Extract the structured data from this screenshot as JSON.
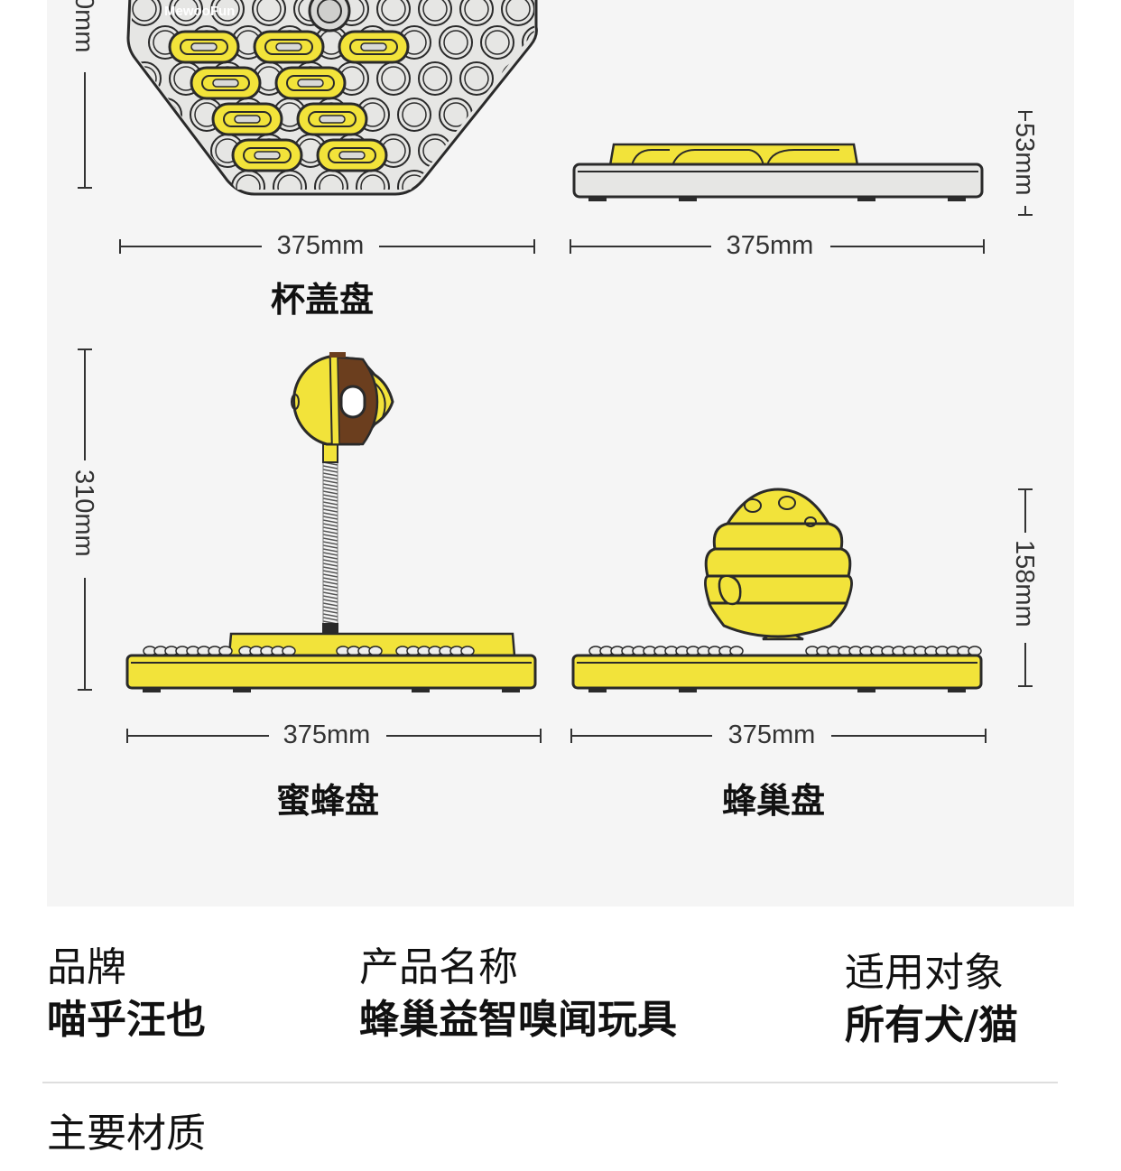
{
  "brand_logo": "MewooFun",
  "products": [
    {
      "name": "杯盖盘",
      "width": "375mm",
      "depth": "375mm",
      "height": "53mm"
    },
    {
      "name": "蜜蜂盘",
      "width": "375mm",
      "height": "310mm"
    },
    {
      "name": "蜂巢盘",
      "width": "375mm",
      "height": "158mm"
    }
  ],
  "top_clipped_dimension": "0mm",
  "specs": [
    {
      "label": "品牌",
      "value": "喵乎汪也"
    },
    {
      "label": "产品名称",
      "value": "蜂巢益智嗅闻玩具"
    },
    {
      "label": "适用对象",
      "value": "所有犬/猫"
    }
  ],
  "material_label": "主要材质",
  "colors": {
    "yellow": "#f2e33a",
    "brown": "#6b3e1e",
    "grey_tray": "#e6e6e4",
    "panel": "#f5f5f5",
    "outline": "#2a2a2a"
  }
}
